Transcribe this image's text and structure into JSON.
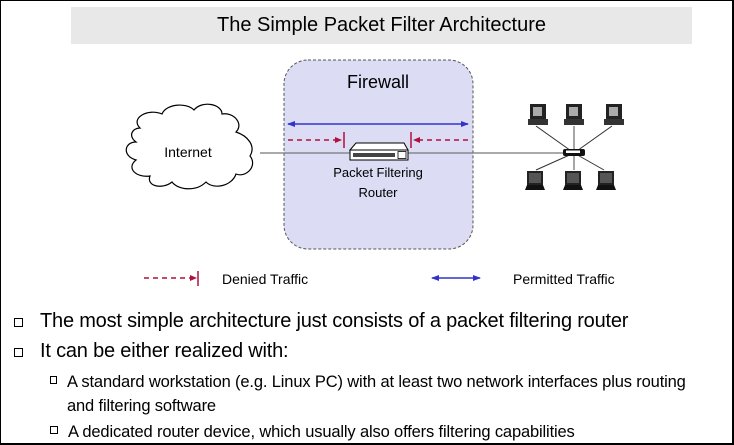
{
  "title": "The Simple Packet Filter Architecture",
  "diagram": {
    "firewall_label": "Firewall",
    "cloud_label": "Internet",
    "router_label_line1": "Packet Filtering",
    "router_label_line2": "Router",
    "legend": {
      "denied": "Denied Traffic",
      "permitted": "Permitted Traffic"
    },
    "colors": {
      "firewall_fill": "#dcdcf5",
      "denied": "#b0103a",
      "permitted": "#3333cc",
      "title_bg": "#e8e8e8"
    },
    "workstations": {
      "desktops": 3,
      "laptops": 3
    }
  },
  "bullets": [
    {
      "level": 1,
      "text": "The most simple architecture just consists of a packet filtering router"
    },
    {
      "level": 1,
      "text": "It can be either realized with:"
    },
    {
      "level": 2,
      "text": "A standard workstation (e.g. Linux PC) with at least two network interfaces plus routing and filtering software"
    },
    {
      "level": 2,
      "text": "A dedicated router device, which usually also offers filtering capabilities"
    }
  ]
}
